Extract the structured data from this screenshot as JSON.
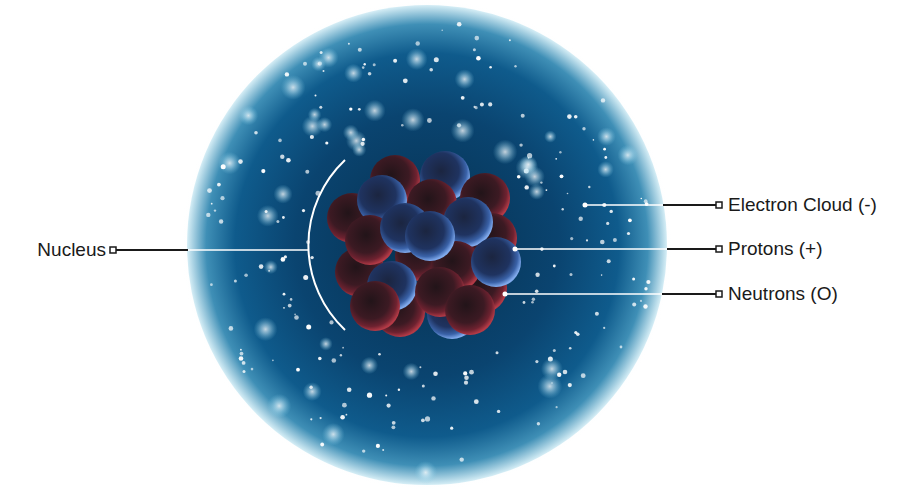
{
  "diagram": {
    "labels": [
      "Nucleus",
      "Electron Cloud (-)",
      "Protons (+)",
      "Neutrons (O)"
    ]
  }
}
